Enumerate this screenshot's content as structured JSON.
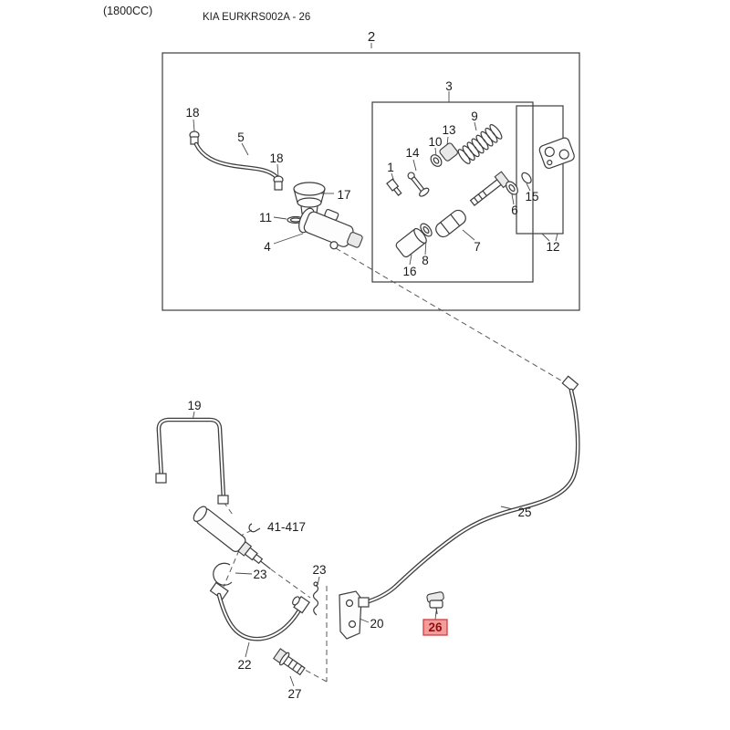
{
  "page": {
    "engine_code": "(1800CC)",
    "title": "KIA EURKRS002A - 26",
    "highlighted_part": "26"
  },
  "colors": {
    "line": "#3c3c3c",
    "background": "#ffffff",
    "highlight_fill": "#f49c9c",
    "highlight_border": "#d43c3c",
    "highlight_text": "#8f1010"
  },
  "labels": {
    "p2": "2",
    "p3": "3",
    "p18a": "18",
    "p5": "5",
    "p18b": "18",
    "p17": "17",
    "p11": "11",
    "p4": "4",
    "p1": "1",
    "p14": "14",
    "p10": "10",
    "p13": "13",
    "p9": "9",
    "p6": "6",
    "p15": "15",
    "p12": "12",
    "p7": "7",
    "p8": "8",
    "p16": "16",
    "p19": "19",
    "p41_417": "41-417",
    "p23a": "23",
    "p23b": "23",
    "p20": "20",
    "p22": "22",
    "p25": "25",
    "p26": "26",
    "p27": "27"
  }
}
